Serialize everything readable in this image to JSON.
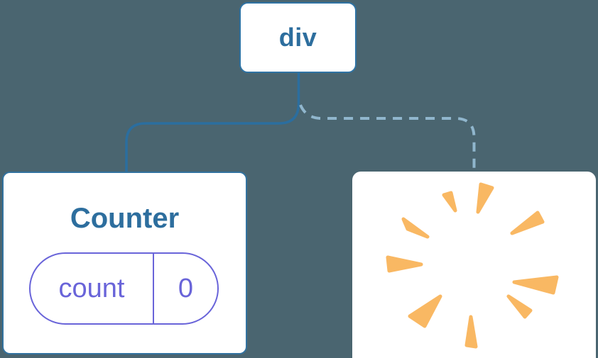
{
  "background_color": "#4A6570",
  "palette": {
    "node_blue_text": "#2D6E9E",
    "node_blue_border": "#2F73A4",
    "edge_solid": "#2B6E9F",
    "edge_dashed": "#90B6CD",
    "state_purple": "#6964D9",
    "poof_orange": "#F9B863",
    "card_white": "#FFFFFF"
  },
  "diagram": {
    "root_node": {
      "label": "div"
    },
    "edges": [
      {
        "type": "solid",
        "from": "div",
        "to": "Counter"
      },
      {
        "type": "dashed",
        "from": "div",
        "to": "removed-component"
      }
    ],
    "counter_card": {
      "title": "Counter",
      "state_pill": {
        "key": "count",
        "value": "0"
      }
    },
    "removed_card": {
      "icon": "poof-starburst"
    }
  }
}
